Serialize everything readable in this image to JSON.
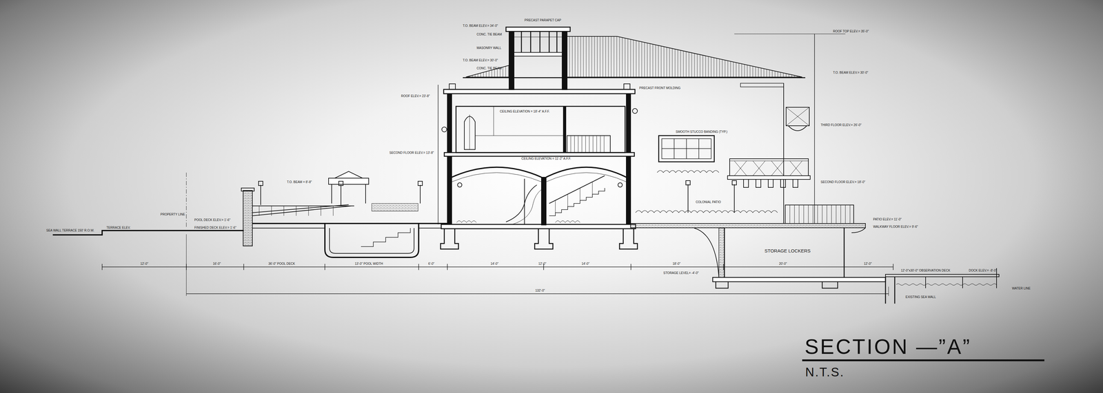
{
  "diagram": {
    "title": "SECTION —”A”",
    "caption": "N.T.S.",
    "labels": [
      "PRECAST PARAPET CAP",
      "T.O. BEAM ELEV.= 34'-0\"",
      "CONC. TIE BEAM",
      "MASONRY WALL",
      "T.O. BEAM ELEV.= 30'-0\"",
      "CONC. TIE BEAM",
      "ROOF ELEV.= 23'-8\"",
      "PRECAST FRONT MOLDING",
      "CEILING ELEVATION = 18'-4\" A.F.F.",
      "SECOND FLOOR ELEV.= 13'-8\"",
      "CEILING ELEVATION = 11'-2\" A.F.F.",
      "T.O. BEAM = 8'-8\"",
      "PROPERTY LINE",
      "POOL DECK ELEV.= 1'-6\"",
      "SEA WALL TERRACE 150' R.O.W.",
      "TERRACE ELEV.",
      "FINISHED DECK ELEV.= 1'-6\"",
      "ROOF TOP ELEV.= 35'-0\"",
      "T.O. BEAM ELEV.= 30'-0\"",
      "SMOOTH STUCCO BANDING (TYP.)",
      "THIRD FLOOR ELEV.= 26'-0\"",
      "SECOND FLOOR ELEV.= 18'-0\"",
      "COLONIAL PATIO",
      "PATIO ELEV.= 11'-0\"",
      "WALKWAY FLOOR ELEV.= 9'-6\"",
      "STORAGE LOCKERS",
      "STORAGE LEVEL= -4'-0\"",
      "12'-0\"x30'-0\" OBSERVATION DECK",
      "DOCK ELEV.= -8'-0\"",
      "EXISTING SEA WALL",
      "WATER LINE",
      "12'-0\"",
      "16'-0\"",
      "36'-0\" POOL DECK",
      "13'-0\" POOL WIDTH",
      "6'-0\"",
      "14'-0\"",
      "12'-0\"",
      "14'-0\"",
      "18'-0\"",
      "20'-0\"",
      "12'-0\"",
      "132'-0\""
    ]
  }
}
